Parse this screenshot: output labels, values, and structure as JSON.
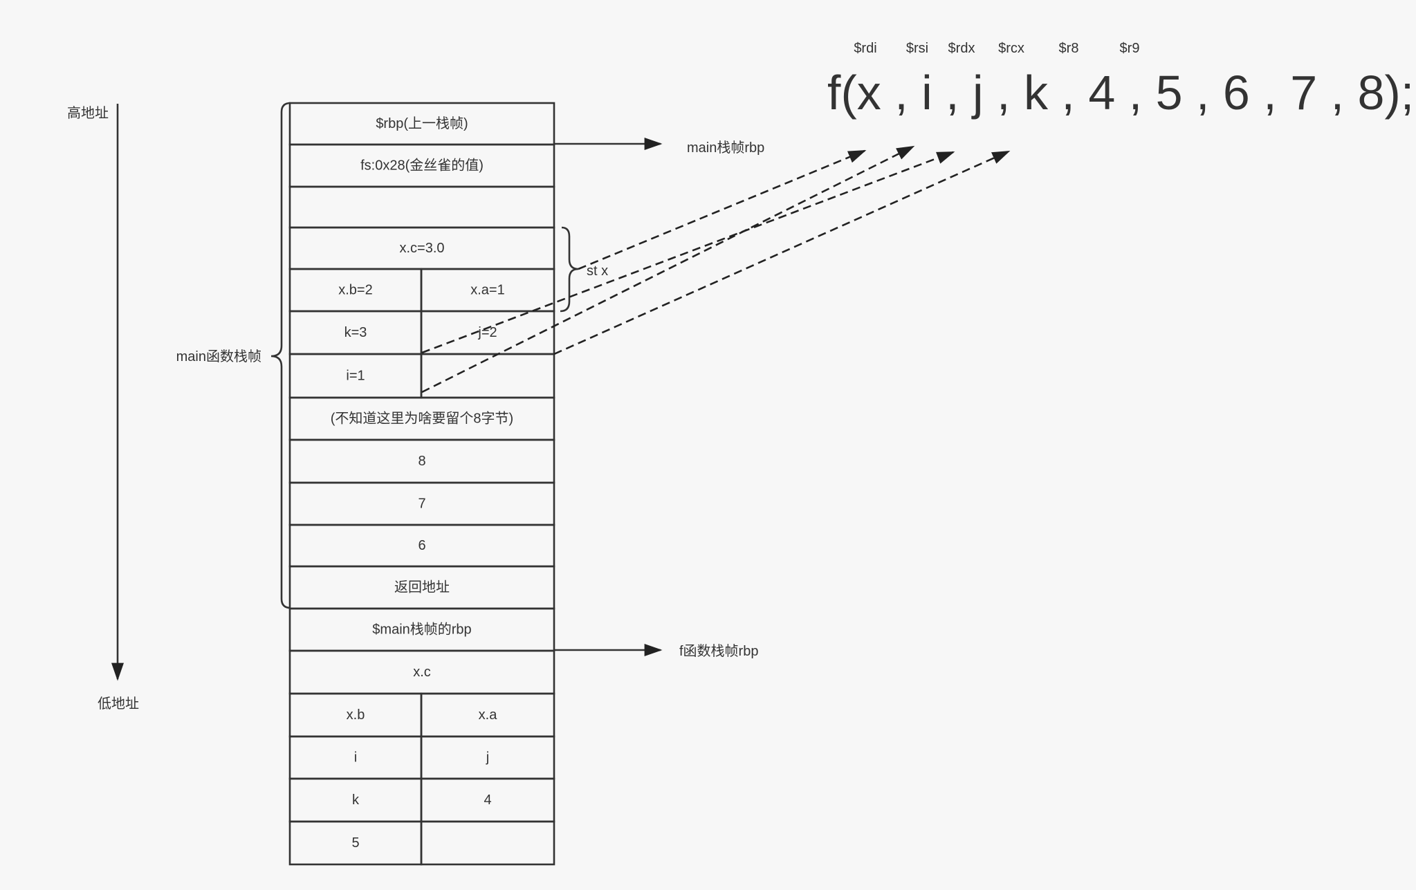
{
  "address": {
    "high": "高地址",
    "low": "低地址"
  },
  "main_frame_label": "main函数栈帧",
  "struct_label": "st x",
  "pointers": {
    "main_rbp": "main栈帧rbp",
    "f_rbp": "f函数栈帧rbp"
  },
  "registers": [
    "$rdi",
    "$rsi",
    "$rdx",
    "$rcx",
    "$r8",
    "$r9"
  ],
  "call": {
    "prefix": "f(",
    "args": [
      "x",
      "i",
      "j",
      "k",
      "4",
      "5",
      "6",
      "7",
      "8"
    ],
    "suffix": ");"
  },
  "stack": [
    {
      "id": "prev-rbp",
      "cells": [
        "$rbp(上一栈帧)"
      ]
    },
    {
      "id": "canary",
      "cells": [
        "fs:0x28(金丝雀的值)"
      ]
    },
    {
      "id": "empty",
      "cells": [
        ""
      ]
    },
    {
      "id": "xc",
      "cells": [
        "x.c=3.0"
      ]
    },
    {
      "id": "xb-xa",
      "cells": [
        "x.b=2",
        "x.a=1"
      ]
    },
    {
      "id": "k-j",
      "cells": [
        "k=3",
        "j=2"
      ]
    },
    {
      "id": "i",
      "cells": [
        "i=1",
        ""
      ]
    },
    {
      "id": "padding",
      "cells": [
        "(不知道这里为啥要留个8字节)"
      ]
    },
    {
      "id": "arg8",
      "cells": [
        "8"
      ]
    },
    {
      "id": "arg7",
      "cells": [
        "7"
      ]
    },
    {
      "id": "arg6",
      "cells": [
        "6"
      ]
    },
    {
      "id": "ret-addr",
      "cells": [
        "返回地址"
      ]
    },
    {
      "id": "main-rbp",
      "cells": [
        "$main栈帧的rbp"
      ]
    },
    {
      "id": "f-xc",
      "cells": [
        "x.c"
      ]
    },
    {
      "id": "f-xb-xa",
      "cells": [
        "x.b",
        "x.a"
      ]
    },
    {
      "id": "f-i-j",
      "cells": [
        "i",
        "j"
      ]
    },
    {
      "id": "f-k-4",
      "cells": [
        "k",
        "4"
      ]
    },
    {
      "id": "f-5",
      "cells": [
        "5",
        ""
      ]
    }
  ],
  "colors": {
    "line": "#333333",
    "background": "#f7f7f7"
  }
}
